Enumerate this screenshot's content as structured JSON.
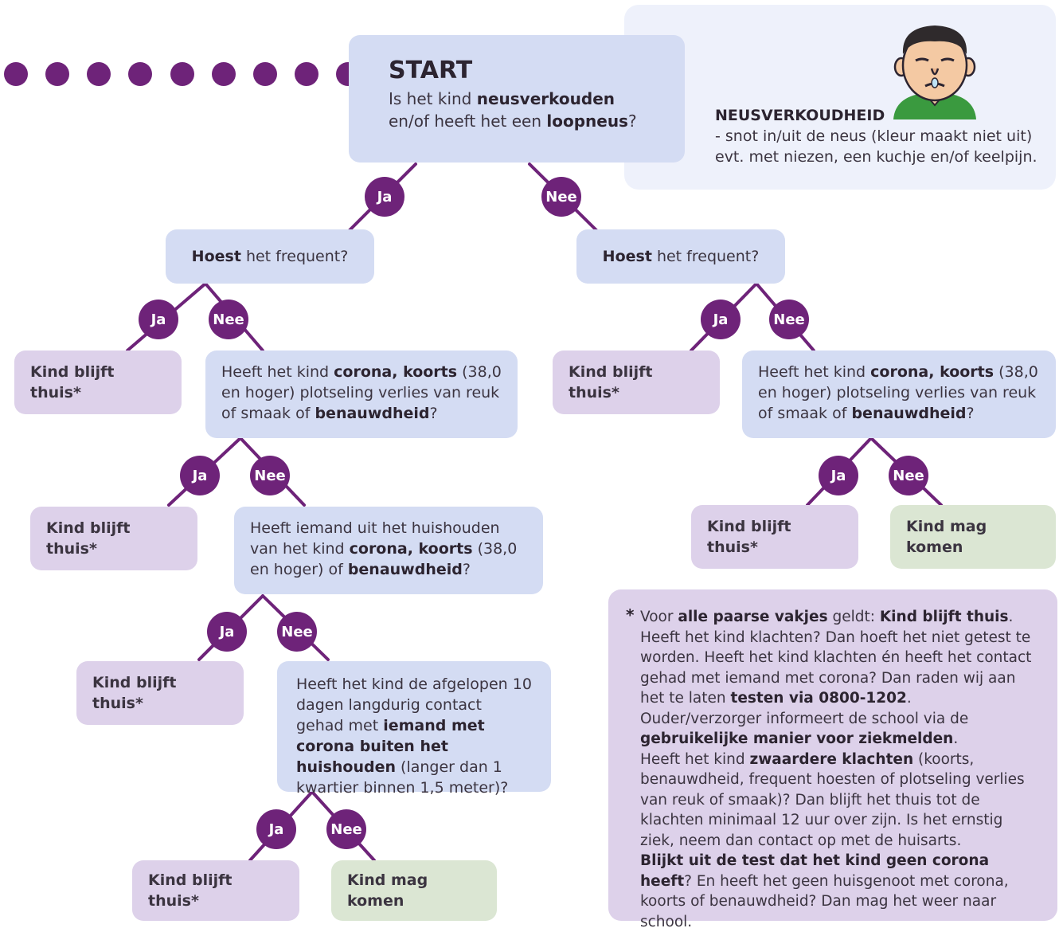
{
  "colors": {
    "accent": "#6e2379",
    "question_box": "#d4dcf3",
    "stay_home_box": "#ddd1ea",
    "may_come_box": "#dbe6d3",
    "info_panel": "#eef1fb"
  },
  "start": {
    "title": "START",
    "line1_pre": "Is het kind ",
    "line1_bold": "neusverkouden",
    "line2_pre": "en/of heeft het een ",
    "line2_bold": "loopneus",
    "line2_post": "?"
  },
  "info": {
    "heading": "NEUSVERKOUDHEID",
    "line1": "- snot in/uit de neus (kleur maakt niet uit)",
    "line2": "evt. met niezen, een kuchje en/of keelpijn."
  },
  "labels": {
    "yes": "Ja",
    "no": "Nee"
  },
  "cough_question": {
    "bold": "Hoest",
    "rest": " het frequent?"
  },
  "corona_question": {
    "pre": "Heeft het kind ",
    "bold1": "corona, koorts",
    "mid": " (38,0 en hoger) plotseling verlies van reuk of smaak of ",
    "bold2": "benauwdheid",
    "post": "?"
  },
  "household_question": {
    "pre": "Heeft iemand uit het huishouden van het kind ",
    "bold1": "corona, koorts",
    "mid": " (38,0 en hoger) of ",
    "bold2": "benauwdheid",
    "post": "?"
  },
  "contact_question": {
    "pre": "Heeft het kind de afgelopen 10 dagen langdurig contact gehad met ",
    "bold": "iemand met corona buiten het huishouden",
    "post": " (langer dan 1 kwartier binnen 1,5 meter)?"
  },
  "outcomes": {
    "stay_home": "Kind blijft thuis*",
    "may_come": "Kind mag komen"
  },
  "note": {
    "star": "*",
    "p1_pre": "Voor ",
    "p1_bold1": "alle paarse vakjes",
    "p1_mid": " geldt: ",
    "p1_bold2": "Kind blijft thuis",
    "p1_post": ".",
    "p2_pre": "Heeft het kind klachten? Dan hoeft het niet getest te worden. Heeft het kind klachten én heeft het contact gehad met iemand met corona? Dan raden wij aan het te laten ",
    "p2_bold": "testen via 0800-1202",
    "p2_post": ".",
    "p3_pre": "Ouder/verzorger informeert de school via de ",
    "p3_bold": "gebruikelijke manier voor ziekmelden",
    "p3_post": ".",
    "p4_pre": "Heeft het kind ",
    "p4_bold": "zwaardere klachten",
    "p4_post": " (koorts, benauwdheid, frequent hoesten of plotseling verlies van reuk of smaak)? Dan blijft het thuis tot de klachten minimaal 12 uur over zijn. Is het ernstig ziek, neem dan contact op met de huisarts.",
    "p5_bold": "Blijkt uit de test dat het kind geen corona heeft",
    "p5_post": "? En heeft het geen huisgenoot met corona, koorts of benauwdheid? Dan mag het weer naar school."
  }
}
